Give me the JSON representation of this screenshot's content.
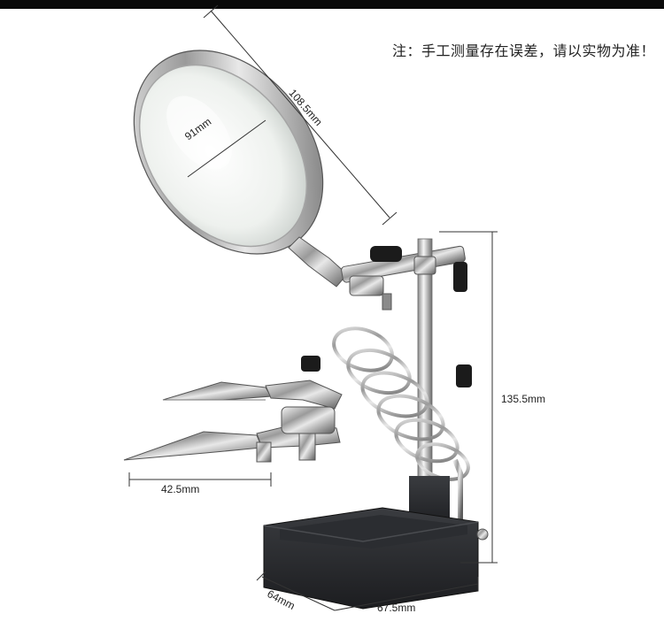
{
  "note": "注：手工测量存在误差，请以实物为准！",
  "dimensions": {
    "lens_inner": "91mm",
    "lens_outer": "108.5mm",
    "height": "135.5mm",
    "clip_length": "42.5mm",
    "base_depth": "64mm",
    "base_width": "67.5mm"
  }
}
